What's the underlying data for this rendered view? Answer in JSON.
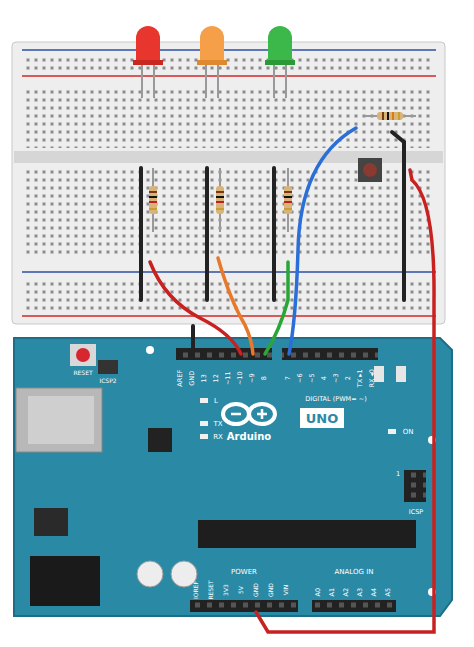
{
  "diagram": {
    "labels": [
      "RESET",
      "ICSP2",
      "AREF",
      "GND",
      "13",
      "12",
      "~11",
      "~10",
      "~9",
      "8",
      "7",
      "~6",
      "~5",
      "4",
      "~3",
      "2",
      "TX ▸1",
      "RX ◂0",
      "DIGITAL (PWM= ~)",
      "L",
      "TX",
      "RX",
      "Arduino",
      "UNO",
      "ON",
      "ICSP",
      "1",
      "IOREF",
      "RESET",
      "3V3",
      "5V",
      "GND",
      "GND",
      "VIN",
      "POWER",
      "ANALOG IN",
      "A0",
      "A1",
      "A2",
      "A3",
      "A4",
      "A5"
    ]
  }
}
